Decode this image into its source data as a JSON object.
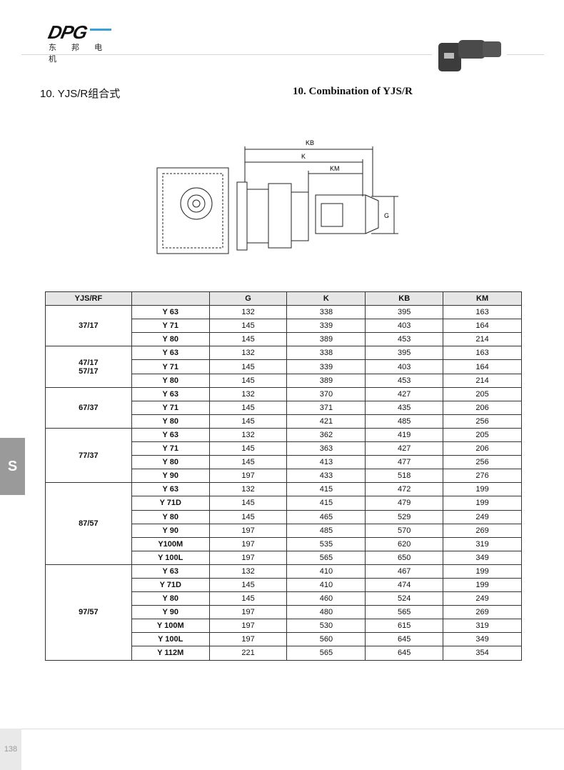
{
  "header": {
    "logo_text": "DPG",
    "logo_subtitle": "东 邦 电 机",
    "title_cn": "10. YJS/R组合式",
    "title_en": "10. Combination of YJS/R"
  },
  "drawing": {
    "labels": {
      "kb": "KB",
      "k": "K",
      "km": "KM",
      "g": "G"
    }
  },
  "table": {
    "headers": [
      "YJS/RF",
      "",
      "G",
      "K",
      "KB",
      "KM"
    ],
    "groups": [
      {
        "name": "37/17",
        "rows": [
          [
            "Y 63",
            "132",
            "338",
            "395",
            "163"
          ],
          [
            "Y 71",
            "145",
            "339",
            "403",
            "164"
          ],
          [
            "Y 80",
            "145",
            "389",
            "453",
            "214"
          ]
        ]
      },
      {
        "name": "47/17\n57/17",
        "rows": [
          [
            "Y 63",
            "132",
            "338",
            "395",
            "163"
          ],
          [
            "Y 71",
            "145",
            "339",
            "403",
            "164"
          ],
          [
            "Y 80",
            "145",
            "389",
            "453",
            "214"
          ]
        ]
      },
      {
        "name": "67/37",
        "rows": [
          [
            "Y 63",
            "132",
            "370",
            "427",
            "205"
          ],
          [
            "Y 71",
            "145",
            "371",
            "435",
            "206"
          ],
          [
            "Y 80",
            "145",
            "421",
            "485",
            "256"
          ]
        ]
      },
      {
        "name": "77/37",
        "rows": [
          [
            "Y 63",
            "132",
            "362",
            "419",
            "205"
          ],
          [
            "Y 71",
            "145",
            "363",
            "427",
            "206"
          ],
          [
            "Y 80",
            "145",
            "413",
            "477",
            "256"
          ],
          [
            "Y 90",
            "197",
            "433",
            "518",
            "276"
          ]
        ]
      },
      {
        "name": "87/57",
        "rows": [
          [
            "Y 63",
            "132",
            "415",
            "472",
            "199"
          ],
          [
            "Y 71D",
            "145",
            "415",
            "479",
            "199"
          ],
          [
            "Y 80",
            "145",
            "465",
            "529",
            "249"
          ],
          [
            "Y 90",
            "197",
            "485",
            "570",
            "269"
          ],
          [
            "Y100M",
            "197",
            "535",
            "620",
            "319"
          ],
          [
            "Y 100L",
            "197",
            "565",
            "650",
            "349"
          ]
        ]
      },
      {
        "name": "97/57",
        "rows": [
          [
            "Y 63",
            "132",
            "410",
            "467",
            "199"
          ],
          [
            "Y 71D",
            "145",
            "410",
            "474",
            "199"
          ],
          [
            "Y 80",
            "145",
            "460",
            "524",
            "249"
          ],
          [
            "Y 90",
            "197",
            "480",
            "565",
            "269"
          ],
          [
            "Y 100M",
            "197",
            "530",
            "615",
            "319"
          ],
          [
            "Y 100L",
            "197",
            "560",
            "645",
            "349"
          ],
          [
            "Y 112M",
            "221",
            "565",
            "645",
            "354"
          ]
        ]
      }
    ]
  },
  "side_tab": "S",
  "page_number": "138"
}
